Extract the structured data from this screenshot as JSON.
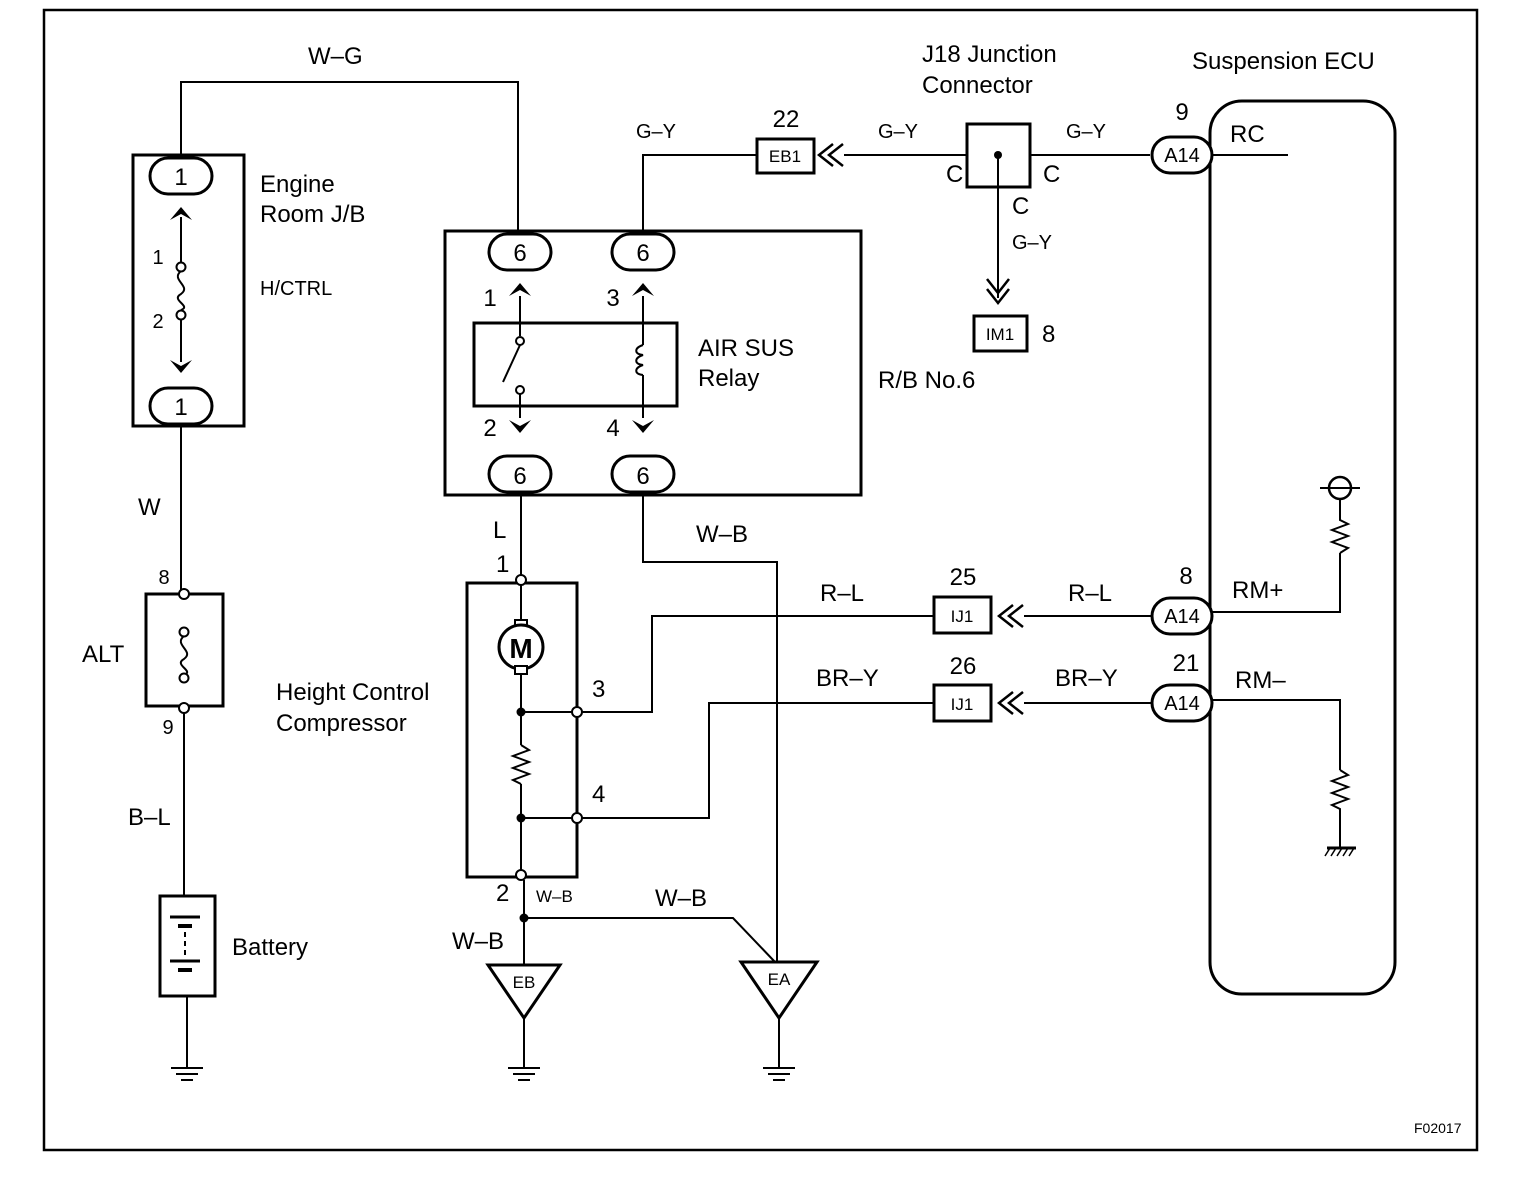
{
  "wires": {
    "w_g": "W–G",
    "g_y_relay": "G–Y",
    "g_y_eb1": "G–Y",
    "g_y_ecu": "G–Y",
    "g_y_im1": "G–Y",
    "w": "W",
    "b_l": "B–L",
    "l": "L",
    "w_b_relay": "W–B",
    "r_l_1": "R–L",
    "r_l_2": "R–L",
    "br_y_1": "BR–Y",
    "br_y_2": "BR–Y",
    "w_b_comp": "W–B",
    "w_b_ground": "W–B",
    "w_b_ea": "W–B"
  },
  "engine_room_jb": {
    "title_line1": "Engine",
    "title_line2": "Room J/B",
    "connector_top": "1",
    "connector_bottom": "1",
    "fuse_pin_top": "1",
    "fuse_pin_bottom": "2",
    "fuse_name": "H/CTRL"
  },
  "alt_fuse": {
    "label": "ALT",
    "pin_top": "8",
    "pin_bottom": "9"
  },
  "battery": {
    "label": "Battery"
  },
  "relay_block": {
    "name": "R/B No.6",
    "relay_line1": "AIR SUS",
    "relay_line2": "Relay",
    "connectors": [
      "6",
      "6",
      "6",
      "6"
    ],
    "pins": [
      "1",
      "3",
      "2",
      "4"
    ]
  },
  "j18": {
    "title_line1": "J18 Junction",
    "title_line2": "Connector",
    "terminal_left": "C",
    "terminal_right": "C",
    "terminal_bottom": "C"
  },
  "eb1": {
    "label": "EB1",
    "pin": "22"
  },
  "im1": {
    "label": "IM1",
    "pin": "8"
  },
  "ij1_top": {
    "label": "IJ1",
    "pin": "25"
  },
  "ij1_bottom": {
    "label": "IJ1",
    "pin": "26"
  },
  "compressor": {
    "title_line1": "Height Control",
    "title_line2": "Compressor",
    "motor": "M",
    "pins": [
      "1",
      "3",
      "4",
      "2"
    ]
  },
  "grounds": {
    "eb": "EB",
    "ea": "EA"
  },
  "ecu": {
    "title": "Suspension ECU",
    "connector": "A14",
    "terminals": [
      {
        "name": "RC",
        "pin": "9"
      },
      {
        "name": "RM+",
        "pin": "8"
      },
      {
        "name": "RM–",
        "pin": "21"
      }
    ]
  },
  "figure_id": "F02017"
}
